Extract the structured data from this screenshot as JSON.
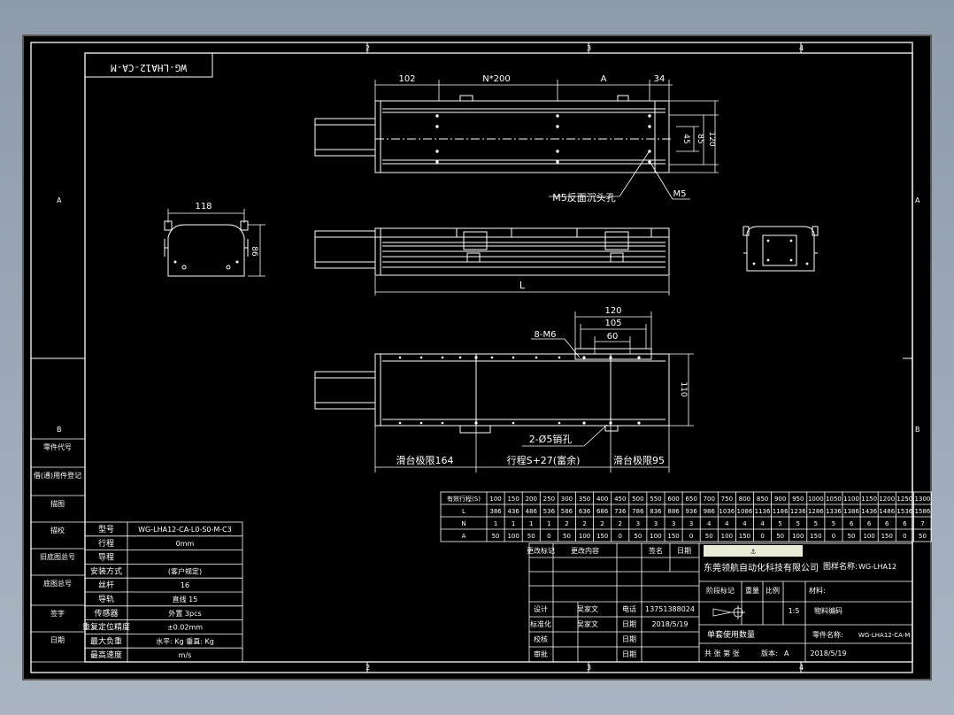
{
  "drawing": {
    "code_box": "WG-LHA12-CA-M",
    "zone_numbers_top": [
      "2",
      "3",
      "4"
    ],
    "zone_numbers_bottom": [
      "2",
      "3",
      "4"
    ],
    "zone_letters_left": [
      "A",
      "B"
    ],
    "zone_letters_right": [
      "A",
      "B"
    ]
  },
  "top_view": {
    "dim_102": "102",
    "dim_n200": "N*200",
    "dim_a": "A",
    "dim_34": "34",
    "dim_45": "45",
    "dim_85": "85",
    "dim_120": "120",
    "note_counterbore": "M5反面沉头孔",
    "note_m5": "M5"
  },
  "side_view": {
    "dim_118": "118",
    "dim_86": "86",
    "dim_l": "L"
  },
  "bottom_view": {
    "dim_120": "120",
    "dim_105": "105",
    "dim_60": "60",
    "note_8m6": "8-M6",
    "dim_110": "110",
    "note_pin": "2-Ø5销孔",
    "slide_limit_left": "滑台极限164",
    "stroke_note": "行程S+27(富余)",
    "slide_limit_right": "滑台极限95"
  },
  "stroke_table": {
    "header": "有效行程(S)",
    "strokes": [
      "100",
      "150",
      "200",
      "250",
      "300",
      "350",
      "400",
      "450",
      "500",
      "550",
      "600",
      "650",
      "700",
      "750",
      "800",
      "850",
      "900",
      "950",
      "1000",
      "1050",
      "1100",
      "1150",
      "1200",
      "1250",
      "1300"
    ],
    "rows": [
      {
        "label": "L",
        "values": [
          "386",
          "436",
          "486",
          "536",
          "586",
          "636",
          "686",
          "736",
          "786",
          "836",
          "886",
          "936",
          "986",
          "1036",
          "1086",
          "1136",
          "1186",
          "1236",
          "1286",
          "1336",
          "1386",
          "1436",
          "1486",
          "1536",
          "1586"
        ]
      },
      {
        "label": "N",
        "values": [
          "1",
          "1",
          "1",
          "1",
          "2",
          "2",
          "2",
          "2",
          "3",
          "3",
          "3",
          "3",
          "4",
          "4",
          "4",
          "4",
          "5",
          "5",
          "5",
          "5",
          "6",
          "6",
          "6",
          "6",
          "7"
        ]
      },
      {
        "label": "A",
        "values": [
          "50",
          "100",
          "50",
          "0",
          "50",
          "100",
          "150",
          "0",
          "50",
          "100",
          "150",
          "0",
          "50",
          "100",
          "150",
          "0",
          "50",
          "100",
          "150",
          "0",
          "50",
          "100",
          "150",
          "0",
          "50"
        ]
      }
    ]
  },
  "spec_table": [
    {
      "label": "型号",
      "value": "WG-LHA12-CA-L0-S0-M-C3"
    },
    {
      "label": "行程",
      "value": "0mm"
    },
    {
      "label": "导程",
      "value": ""
    },
    {
      "label": "安装方式",
      "value": "(客户规定)"
    },
    {
      "label": "丝杆",
      "value": "16"
    },
    {
      "label": "导轨",
      "value": "直线 15"
    },
    {
      "label": "传感器",
      "value": "外置 3pcs"
    },
    {
      "label": "重复定位精度",
      "value": "±0.02mm"
    },
    {
      "label": "最大负重",
      "value": "水平: Kg   垂直: Kg"
    },
    {
      "label": "最高速度",
      "value": "m/s"
    }
  ],
  "left_side_labels": [
    "零件代号",
    "借(通)用件登记",
    "描图",
    "描校",
    "旧底图总号",
    "底图总号",
    "签字",
    "日期"
  ],
  "title_block": {
    "revision_header": [
      "更改标记",
      "更改内容",
      "签名",
      "日期"
    ],
    "company": "东莞领航自动化科技有限公司",
    "drawing_name_label": "图样名称:",
    "drawing_name_value": "WG-LHA12",
    "stage_label": "阶段标记",
    "weight_label": "重量",
    "scale_label": "比例",
    "material_label": "材料:",
    "scale_value": "1:5",
    "material_code_label": "物料编码",
    "design_label": "设计",
    "design_name": "吴家文",
    "phone_label": "电话",
    "phone_value": "13751388024",
    "standard_label": "标准化",
    "standard_name": "吴家文",
    "date_label_1": "日期",
    "date_value_1": "2018/5/19",
    "check_label": "校核",
    "date_label_2": "日期",
    "approve_label": "审批",
    "date_label_3": "日期",
    "single_qty_label": "单套使用数量",
    "part_name_label": "零件名称:",
    "part_name_value": "WG-LHA12-CA-M",
    "sheets_label": "共 张 第 张",
    "version_label": "版本:",
    "version_value": "A",
    "date_value_2": "2018/5/19"
  }
}
